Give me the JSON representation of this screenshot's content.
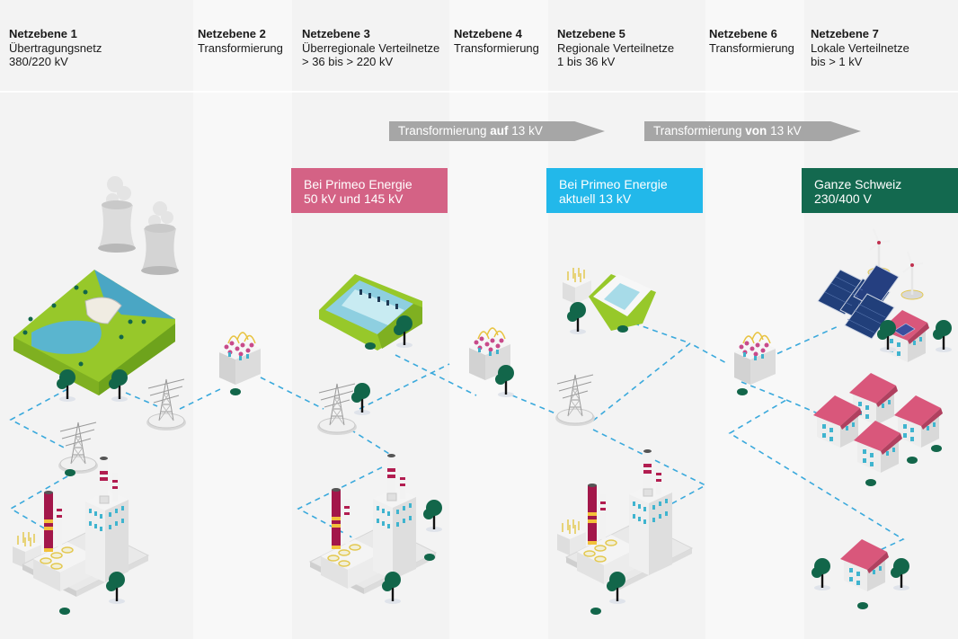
{
  "levels": [
    {
      "title": "Netzebene 1",
      "subtitle": "Übertragungsnetz",
      "voltage": "380/220 kV"
    },
    {
      "title": "Netzebene 2",
      "subtitle": "Transformierung",
      "voltage": ""
    },
    {
      "title": "Netzebene 3",
      "subtitle": "Überregionale Verteilnetze",
      "voltage": "> 36 bis > 220 kV"
    },
    {
      "title": "Netzebene 4",
      "subtitle": "Transformierung",
      "voltage": ""
    },
    {
      "title": "Netzebene 5",
      "subtitle": "Regionale Verteilnetze",
      "voltage": "1 bis 36 kV"
    },
    {
      "title": "Netzebene 6",
      "subtitle": "Transformierung",
      "voltage": ""
    },
    {
      "title": "Netzebene 7",
      "subtitle": "Lokale Verteilnetze",
      "voltage": "bis > 1 kV"
    }
  ],
  "arrows": [
    {
      "prefix": "Transformierung ",
      "emphasis": "auf",
      "suffix": " 13 kV"
    },
    {
      "prefix": "Transformierung ",
      "emphasis": "von",
      "suffix": " 13 kV"
    }
  ],
  "infoboxes": [
    {
      "line1": "Bei Primeo Energie",
      "line2": "50 kV und 145 kV",
      "color": "#d46285"
    },
    {
      "line1": "Bei Primeo Energie",
      "line2": "aktuell 13 kV",
      "color": "#22b8ea"
    },
    {
      "line1": "Ganze Schweiz",
      "line2": "230/400 V",
      "color": "#13694f"
    }
  ],
  "colors": {
    "grid_line": "#3aa9dc",
    "tree": "#12664a",
    "grass": "#9acd2b",
    "water": "#5ab5cf",
    "roof": "#d9577b",
    "chimney": "#a3174a",
    "solar": "#213f7a"
  }
}
